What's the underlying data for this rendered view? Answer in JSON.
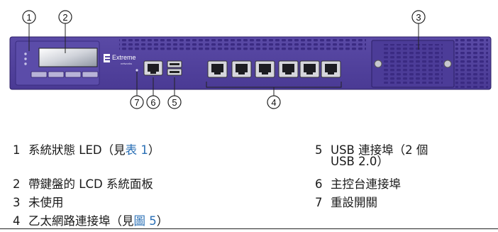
{
  "callouts": [
    "1",
    "2",
    "3",
    "4",
    "5",
    "6",
    "7"
  ],
  "device": {
    "brand": "Extreme",
    "brand_sub": "networks"
  },
  "legend": [
    {
      "num": "1",
      "text": "系統狀態 LED（見",
      "ref": "表 1",
      "after": "）"
    },
    {
      "num": "2",
      "text": "帶鍵盤的 LCD 系統面板",
      "ref": "",
      "after": ""
    },
    {
      "num": "3",
      "text": "未使用",
      "ref": "",
      "after": ""
    },
    {
      "num": "4",
      "text": "乙太網路連接埠（見",
      "ref": "圖 5",
      "after": "）"
    },
    {
      "num": "5",
      "text": "USB 連接埠（2 個",
      "line2": "USB 2.0）"
    },
    {
      "num": "6",
      "text": "主控台連接埠"
    },
    {
      "num": "7",
      "text": "重設開關"
    }
  ]
}
